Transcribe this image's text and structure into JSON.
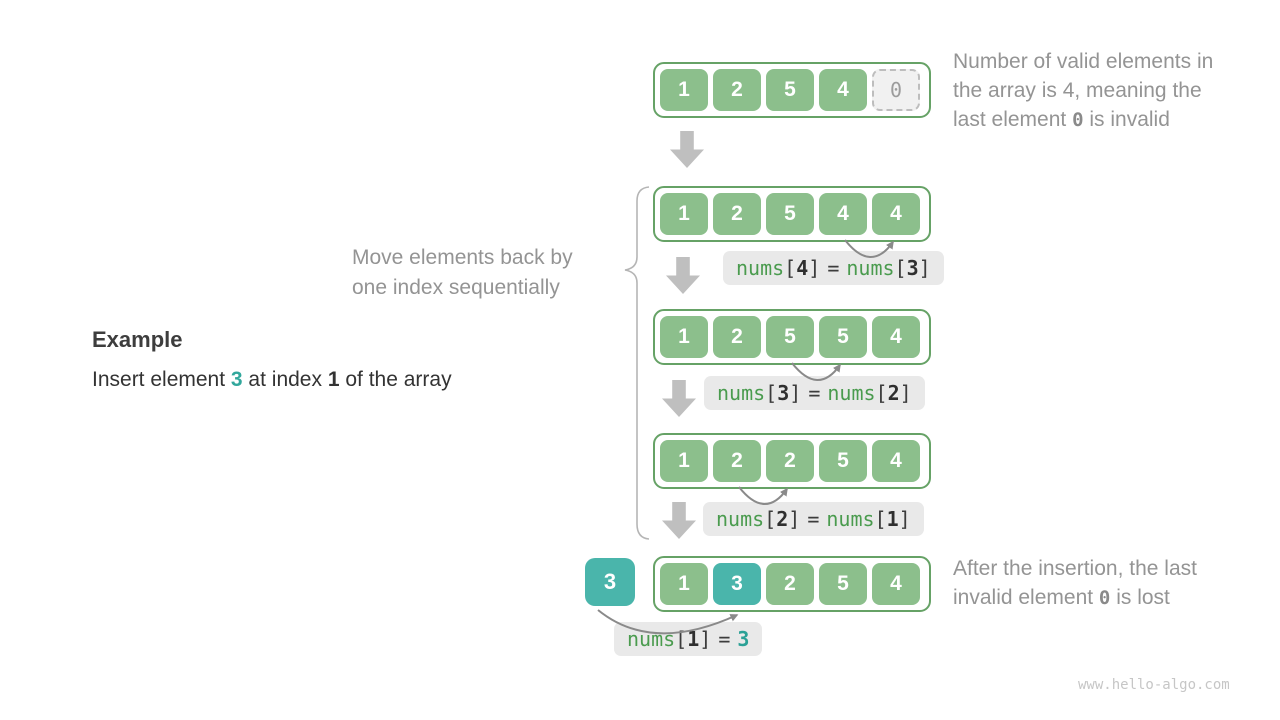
{
  "example": {
    "title": "Example",
    "p1": "Insert element ",
    "value": "3",
    "p2": " at index ",
    "index": "1",
    "p3": " of the array"
  },
  "move_note": {
    "line1": "Move elements back by",
    "line2": "one index sequentially"
  },
  "annotation_top": {
    "line1": "Number of valid elements in",
    "line2": "the array is 4, meaning the",
    "line3_pre": "last element ",
    "line3_mono": "0",
    "line3_post": " is invalid"
  },
  "annotation_bottom": {
    "line1": "After the insertion, the last",
    "line2_pre": "invalid element ",
    "line2_mono": "0",
    "line2_post": " is lost"
  },
  "stages": [
    {
      "cells": [
        "1",
        "2",
        "5",
        "4",
        "0"
      ],
      "note": "last cell invalid"
    },
    {
      "cells": [
        "1",
        "2",
        "5",
        "4",
        "4"
      ]
    },
    {
      "cells": [
        "1",
        "2",
        "5",
        "5",
        "4"
      ]
    },
    {
      "cells": [
        "1",
        "2",
        "2",
        "5",
        "4"
      ]
    },
    {
      "cells": [
        "1",
        "3",
        "2",
        "5",
        "4"
      ],
      "note": "index 1 newly inserted"
    }
  ],
  "inserted_value": "3",
  "syntax": {
    "lb": "[",
    "rb": "]",
    "eq": "="
  },
  "code_labels": [
    {
      "fn1": "nums",
      "i1": "4",
      "fn2": "nums",
      "i2": "3"
    },
    {
      "fn1": "nums",
      "i1": "3",
      "fn2": "nums",
      "i2": "2"
    },
    {
      "fn1": "nums",
      "i1": "2",
      "fn2": "nums",
      "i2": "1"
    },
    {
      "fn1": "nums",
      "i1": "1",
      "val": "3"
    }
  ],
  "watermark": "www.hello-algo.com",
  "colors": {
    "cell_green": "#8cbf8c",
    "array_border_green": "#66a266",
    "teal": "#4ab5ab",
    "code_green": "#4a9b4e",
    "gray_text": "#949494",
    "arrow_gray": "#bfbfbf",
    "label_bg": "#e9e9e9"
  }
}
